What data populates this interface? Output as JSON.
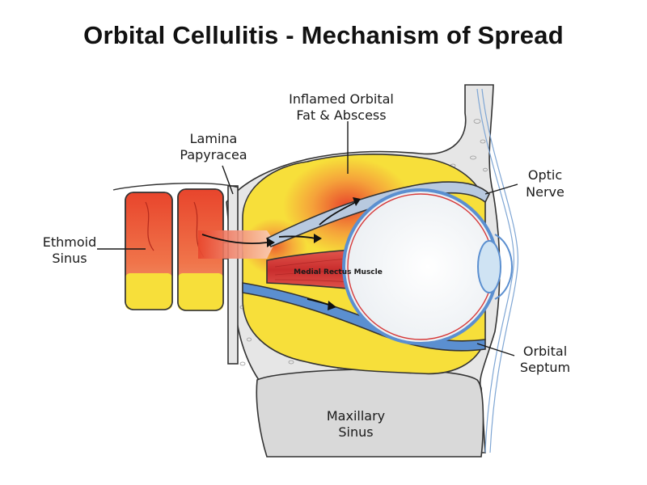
{
  "title": "Orbital Cellulitis - Mechanism of Spread",
  "labels": {
    "inflamed_line1": "Inflamed Orbital",
    "inflamed_line2": "Fat & Abscess",
    "lamina_line1": "Lamina",
    "lamina_line2": "Papyracea",
    "optic_line1": "Optic",
    "optic_line2": "Nerve",
    "ethmoid_line1": "Ethmoid",
    "ethmoid_line2": "Sinus",
    "medial_rectus": "Medial Rectus Muscle",
    "septum_line1": "Orbital",
    "septum_line2": "Septum",
    "maxillary_line1": "Maxillary",
    "maxillary_line2": "Sinus"
  },
  "colors": {
    "inflammation_red": "#e8452c",
    "inflammation_orange": "#f5a23a",
    "fat_yellow": "#f7df3a",
    "bone_gray": "#e4e4e4",
    "muscle_red": "#d63a3a",
    "nerve_blue": "#5b8fd0",
    "sinus_gray": "#d9d9d9"
  }
}
